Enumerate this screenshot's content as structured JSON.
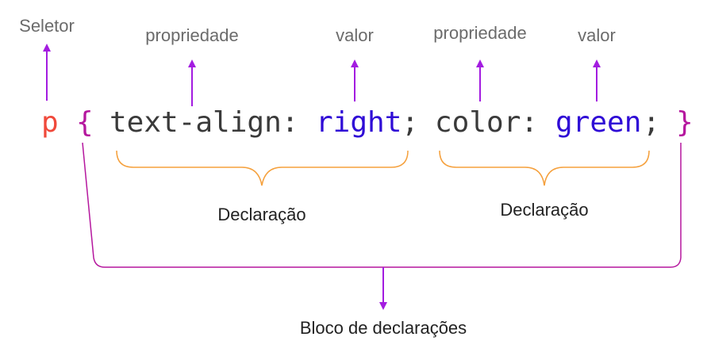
{
  "labels": {
    "selector": "Seletor",
    "property_1": "propriedade",
    "value_1": "valor",
    "property_2": "propriedade",
    "value_2": "valor",
    "declaration_1": "Declaração",
    "declaration_2": "Declaração",
    "block": "Bloco de declarações"
  },
  "code": {
    "selector": "p",
    "open_brace": "{",
    "prop_1": "text-align:",
    "value_1": "right",
    "semi_1": ";",
    "prop_2": "color:",
    "value_2": "green",
    "semi_2": ";",
    "close_brace": "}"
  },
  "colors": {
    "selector": "#f0493b",
    "brace": "#b5179e",
    "property": "#3a3a3a",
    "value": "#2f0bd6",
    "label": "#6b6b6b",
    "arrow": "#a31ce0",
    "declaration_bracket": "#f5a03c",
    "block_bracket": "#b5179e",
    "text_dark": "#222222"
  }
}
